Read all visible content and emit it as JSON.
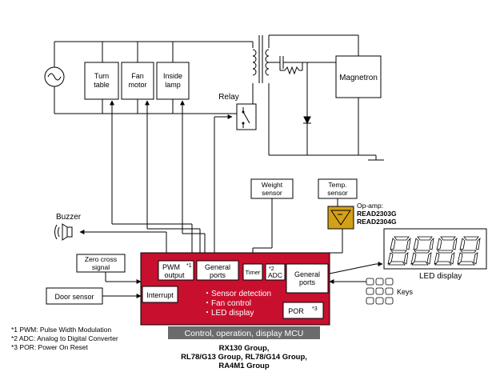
{
  "colors": {
    "mcu_fill": "#c8102e",
    "mcu_label_bg": "#6b6b6b",
    "opamp_fill": "#d4a017",
    "wire": "#000000",
    "led_segment": "#ffffff"
  },
  "loads": {
    "turntable": [
      "Turn",
      "table"
    ],
    "fan_motor": [
      "Fan",
      "motor"
    ],
    "inside_lamp": [
      "Inside",
      "lamp"
    ],
    "magnetron": "Magnetron",
    "relay": "Relay"
  },
  "sensors": {
    "weight": [
      "Weight",
      "sensor"
    ],
    "temp": [
      "Temp.",
      "sensor"
    ],
    "opamp_title": "Op-amp:",
    "opamp_parts": [
      "READ2303G",
      "READ2304G"
    ],
    "zero_cross": [
      "Zero cross",
      "signal"
    ],
    "door": "Door sensor",
    "buzzer": "Buzzer"
  },
  "mcu": {
    "pwm": [
      "PWM",
      "output"
    ],
    "pwm_mark": "*1",
    "general_ports_top": [
      "General",
      "ports"
    ],
    "timer": "Timer",
    "adc": "ADC",
    "adc_mark": "*2",
    "general_ports_right": [
      "General",
      "ports"
    ],
    "interrupt": "Interrupt",
    "features": [
      "・Sensor detection",
      "・Fan control",
      "・LED display"
    ],
    "por": "POR",
    "por_mark": "*3",
    "label": "Control, operation, display MCU"
  },
  "groups": [
    "RX130 Group,",
    "RL78/G13 Group, RL78/G14 Group,",
    "RA4M1 Group"
  ],
  "led_display": "LED display",
  "keys": "Keys",
  "footnotes": [
    "*1 PWM: Pulse Width Modulation",
    "*2 ADC: Analog to Digital Converter",
    "*3 POR: Power On Reset"
  ]
}
